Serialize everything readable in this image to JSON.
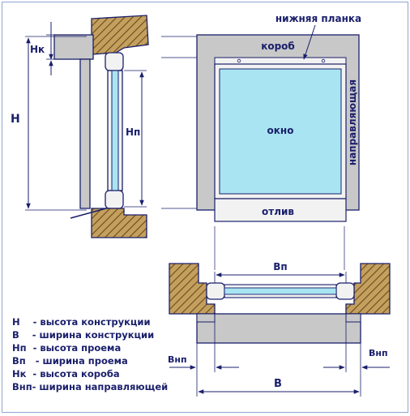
{
  "labels": {
    "nizhnyaya_planka": "нижняя планка",
    "korob": "короб",
    "okno": "окно",
    "napravlyayushchaya": "направляющая",
    "otliv": "отлив"
  },
  "dimensions": {
    "H": "H",
    "Nk": "Нк",
    "Np": "Нп",
    "Vp": "Вп",
    "Vnp_left": "Внп",
    "Vnp_right": "Внп",
    "B": "В"
  },
  "legend": [
    "H    - высота конструкции",
    "В    - ширина конструкции",
    "Нп  - высота проема",
    "Вп   - ширина проема",
    "Нк  - высота короба",
    "Внп- ширина направляющей"
  ],
  "colors": {
    "wall_fill": "#c4a05e",
    "wall_hatch": "#6b4a1e",
    "box_fill": "#c8c8c8",
    "outline": "#1a1f6b",
    "glass": "#a8e4f2",
    "frame": "#f2f2f2",
    "dim_line": "#1a1f6b"
  }
}
